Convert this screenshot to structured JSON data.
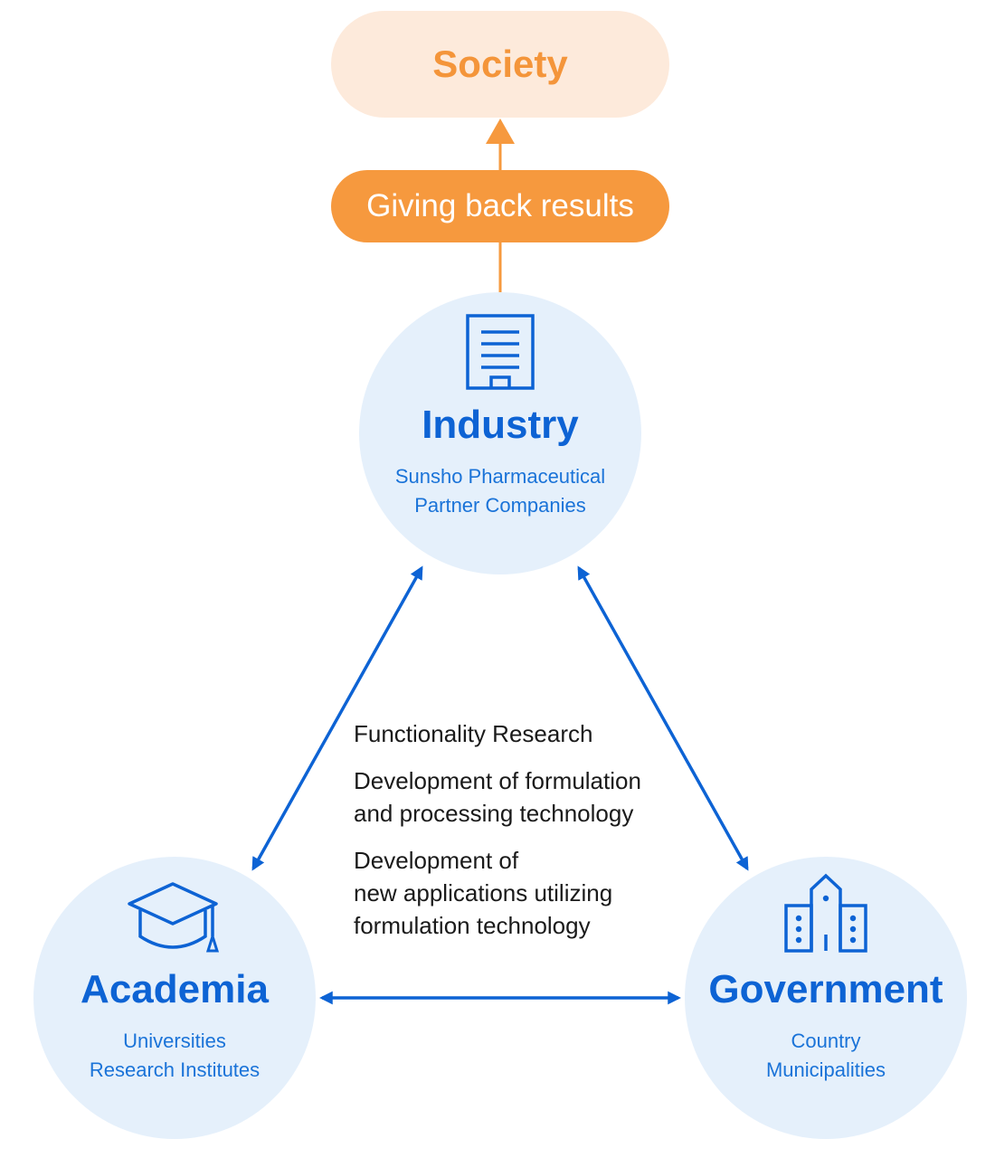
{
  "society": {
    "label": "Society"
  },
  "giving_back": {
    "label": "Giving back results"
  },
  "industry": {
    "title": "Industry",
    "subtitle_line1": "Sunsho Pharmaceutical",
    "subtitle_line2": "Partner Companies",
    "icon": "office-building-icon"
  },
  "academia": {
    "title": "Academia",
    "subtitle_line1": "Universities",
    "subtitle_line2": "Research Institutes",
    "icon": "graduation-cap-icon"
  },
  "government": {
    "title": "Government",
    "subtitle_line1": "Country",
    "subtitle_line2": "Municipalities",
    "icon": "city-buildings-icon"
  },
  "collaboration_items": [
    "Functionality Research",
    "Development of formulation\nand processing technology",
    "Development of\nnew applications utilizing\nformulation technology"
  ],
  "colors": {
    "orange": "#f6993e",
    "orange_light": "#fdeadb",
    "blue": "#0d63d4",
    "circle_fill": "#e5f0fb"
  }
}
